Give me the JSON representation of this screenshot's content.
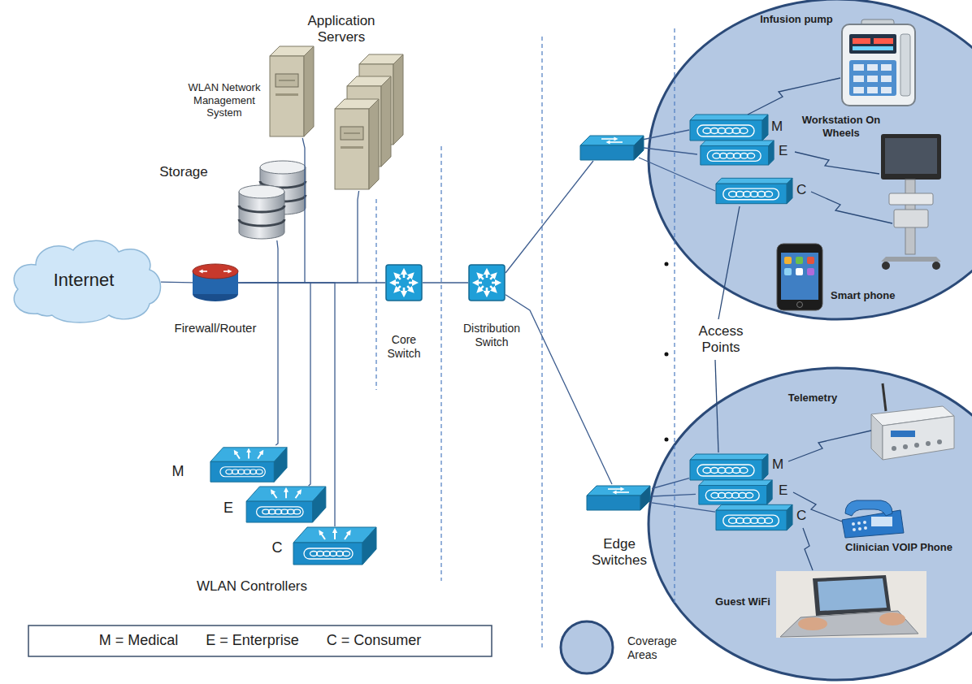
{
  "diagram": {
    "nodes": [
      {
        "text": [
          "Internet"
        ]
      },
      {
        "text": [
          "Firewall/Router"
        ]
      },
      {
        "text": [
          "WLAN Network Management System"
        ]
      },
      {
        "text": [
          "Application Servers"
        ]
      },
      {
        "text": [
          "Storage"
        ]
      },
      {
        "text": [
          "Core Switch"
        ]
      },
      {
        "text": [
          "Distribution Switch"
        ]
      },
      {
        "text": [
          "M"
        ]
      },
      {
        "text": [
          "E"
        ]
      },
      {
        "text": [
          "C"
        ]
      },
      {
        "text": [
          "M"
        ]
      },
      {
        "text": [
          "E"
        ]
      },
      {
        "text": [
          "C"
        ]
      },
      {
        "text": [
          "Edge Switches"
        ]
      },
      {
        "text": [
          "M"
        ]
      },
      {
        "text": [
          "E"
        ]
      },
      {
        "text": [
          "C"
        ]
      },
      {
        "text": [
          "Infusion pump"
        ]
      },
      {
        "text": [
          "Workstation On Wheels"
        ]
      },
      {
        "text": [
          "Smart phone"
        ]
      },
      {
        "text": [
          "Telemetry"
        ]
      },
      {
        "text": [
          "Clinician VOIP Phone"
        ]
      },
      {
        "text": [
          "Guest WiFi"
        ]
      }
    ],
    "edges": [
      {
        "from": 0,
        "to": 1,
        "arrow": "none"
      },
      {
        "from": 1,
        "to": 5,
        "arrow": "none"
      },
      {
        "from": 5,
        "to": 6,
        "arrow": "none"
      },
      {
        "from": 6,
        "to": 13,
        "arrow": "none"
      },
      {
        "from": 13,
        "to": 14,
        "arrow": "none"
      },
      {
        "from": 13,
        "to": 15,
        "arrow": "none"
      },
      {
        "from": 13,
        "to": 16,
        "arrow": "none"
      },
      {
        "from": 1,
        "to": 2,
        "arrow": "none"
      },
      {
        "from": 1,
        "to": 3,
        "arrow": "none"
      },
      {
        "from": 1,
        "to": 4,
        "arrow": "none"
      },
      {
        "from": 1,
        "to": 7,
        "arrow": "none"
      },
      {
        "from": 1,
        "to": 8,
        "arrow": "none"
      },
      {
        "from": 1,
        "to": 9,
        "arrow": "none"
      }
    ],
    "labels": [
      "WLAN Controllers",
      "Access Points",
      "M = Medical",
      "E = Enterprise",
      "C = Consumer"
    ],
    "legend": [
      {
        "text": "Coverage Areas"
      }
    ]
  }
}
